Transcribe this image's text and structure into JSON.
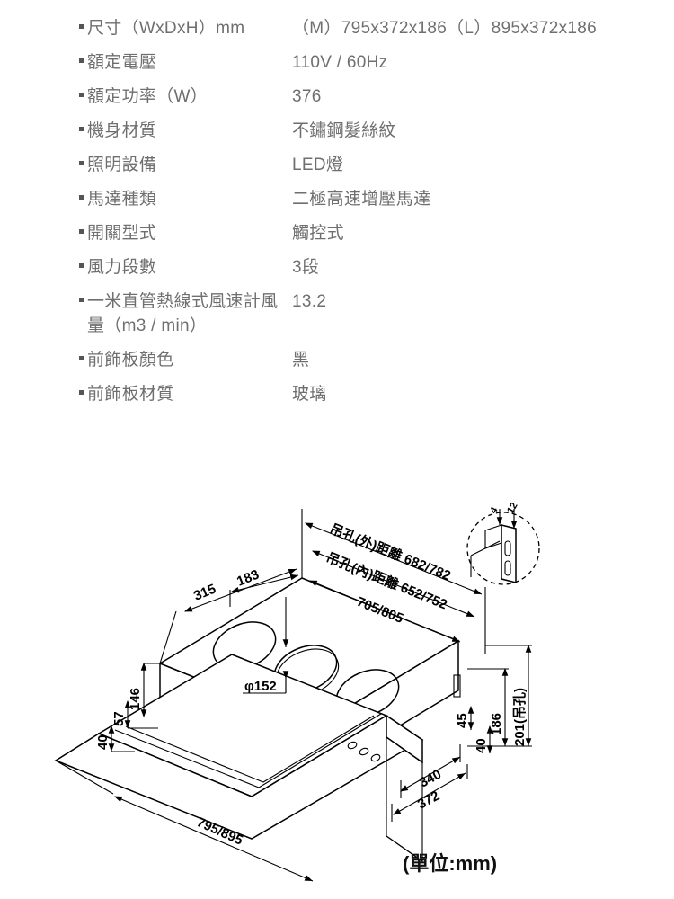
{
  "spec_table": {
    "bullet_glyph": "square-bullet",
    "label_color": "#6f6f6f",
    "rows": [
      {
        "label": "尺寸（WxDxH）mm",
        "value": "（M）795x372x186（L）895x372x186"
      },
      {
        "label": "額定電壓",
        "value": "110V / 60Hz"
      },
      {
        "label": "額定功率（W）",
        "value": "376"
      },
      {
        "label": "機身材質",
        "value": "不鏽鋼髮絲紋"
      },
      {
        "label": "照明設備",
        "value": "LED燈"
      },
      {
        "label": "馬達種類",
        "value": "二極高速增壓馬達"
      },
      {
        "label": "開關型式",
        "value": "觸控式"
      },
      {
        "label": "風力段數",
        "value": "3段"
      },
      {
        "label": "一米直管熱線式風速計風量（m3 / min）",
        "value": "13.2"
      },
      {
        "label": "前飾板顏色",
        "value": "黑"
      },
      {
        "label": "前飾板材質",
        "value": "玻璃"
      }
    ]
  },
  "drawing": {
    "unit_note": "(單位:mm)",
    "dimensions": {
      "hang_hole_outer": "吊孔(外)距離 682/782",
      "hang_hole_inner": "吊孔(內)距離 652/752",
      "top_width": "705/805",
      "depth_315": "315",
      "depth_183": "183",
      "height_146": "146",
      "height_57": "57",
      "height_40_left": "40",
      "duct_diameter": "φ152",
      "height_186": "186",
      "height_201": "201(吊孔)",
      "height_45": "45",
      "height_40_right": "40",
      "overall_width": "795/895",
      "depth_340": "340",
      "depth_372": "372",
      "detail_4": "4",
      "detail_12": "12"
    }
  }
}
